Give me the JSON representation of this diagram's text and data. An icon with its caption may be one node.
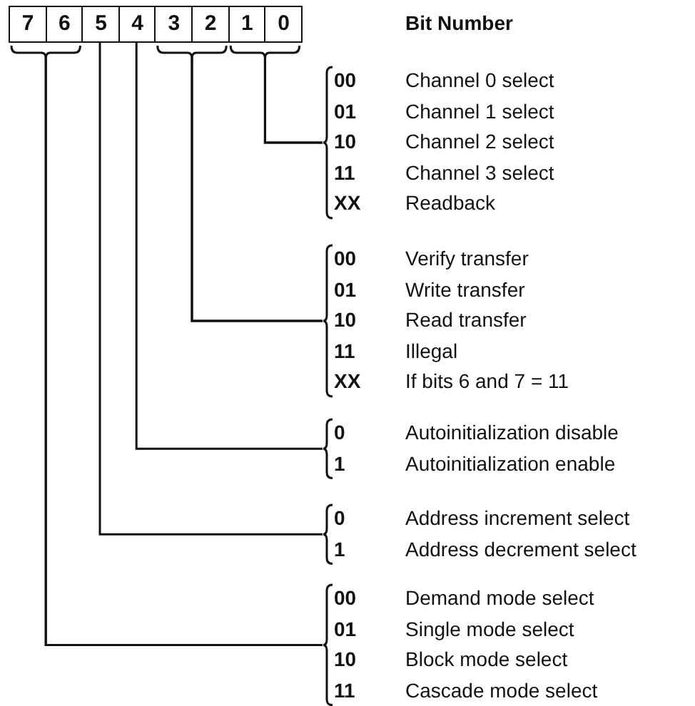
{
  "diagram": {
    "nodes": [
      {
        "text": [
          "7"
        ]
      },
      {
        "text": [
          "6"
        ]
      },
      {
        "text": [
          "5"
        ]
      },
      {
        "text": [
          "4"
        ]
      },
      {
        "text": [
          "3"
        ]
      },
      {
        "text": [
          "2"
        ]
      },
      {
        "text": [
          "1"
        ]
      },
      {
        "text": [
          "0"
        ]
      },
      {
        "text": [
          "00",
          "Channel 0 select",
          "01",
          "Channel 1 select",
          "10",
          "Channel 2 select",
          "11",
          "Channel 3 select",
          "XX",
          "Readback"
        ]
      },
      {
        "text": [
          "00",
          "Verify transfer",
          "01",
          "Write transfer",
          "10",
          "Read transfer",
          "11",
          "Illegal",
          "XX",
          "If bits 6 and 7 = 11"
        ]
      },
      {
        "text": [
          "0",
          "Autoinitialization disable",
          "1",
          "Autoinitialization enable"
        ]
      },
      {
        "text": [
          "0",
          "Address increment select",
          "1",
          "Address decrement select"
        ]
      },
      {
        "text": [
          "00",
          "Demand mode select",
          "01",
          "Single mode select",
          "10",
          "Block mode select",
          "11",
          "Cascade mode select"
        ]
      }
    ],
    "edges": [
      {
        "from": 6,
        "to": 8,
        "arrow": "none"
      },
      {
        "from": 7,
        "to": 8,
        "arrow": "none"
      },
      {
        "from": 4,
        "to": 9,
        "arrow": "none"
      },
      {
        "from": 5,
        "to": 9,
        "arrow": "none"
      },
      {
        "from": 3,
        "to": 10,
        "arrow": "none"
      },
      {
        "from": 2,
        "to": 11,
        "arrow": "none"
      },
      {
        "from": 0,
        "to": 12,
        "arrow": "none"
      },
      {
        "from": 1,
        "to": 12,
        "arrow": "none"
      }
    ],
    "labels": [
      "Bit Number"
    ]
  }
}
